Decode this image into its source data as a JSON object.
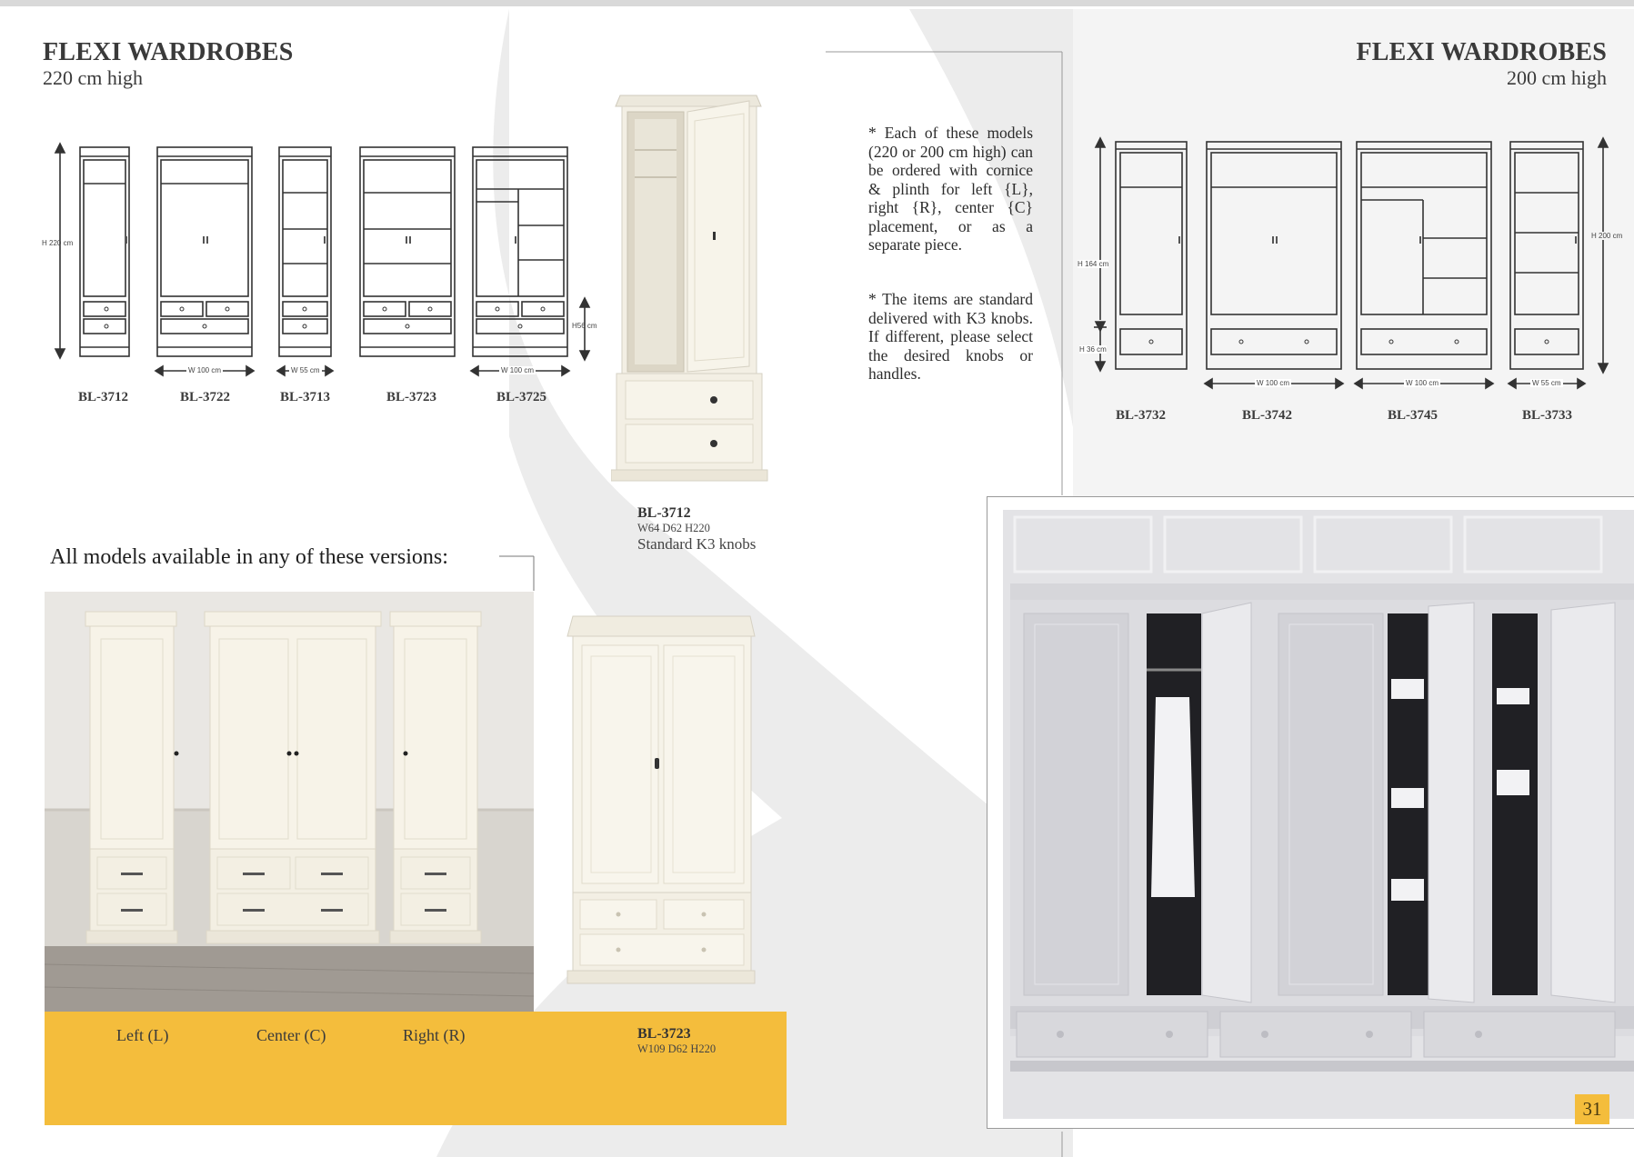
{
  "left_header": {
    "title": "FLEXI WARDROBES",
    "subtitle": "220 cm high"
  },
  "right_header": {
    "title": "FLEXI WARDROBES",
    "subtitle": "200 cm high"
  },
  "left_diagram": {
    "models": [
      "BL-3712",
      "BL-3722",
      "BL-3713",
      "BL-3723",
      "BL-3725"
    ],
    "height_label": "H 220 cm",
    "drawer_height_label": "H56 cm",
    "width_labels": [
      "W 100 cm",
      "W 55 cm",
      "W 100 cm"
    ]
  },
  "right_diagram": {
    "models": [
      "BL-3732",
      "BL-3742",
      "BL-3745",
      "BL-3733"
    ],
    "height_label": "H 200 cm",
    "upper_height_label": "H 164 cm",
    "lower_height_label": "H 36 cm",
    "width_labels": [
      "W 100 cm",
      "W 100 cm",
      "W 55 cm"
    ]
  },
  "notes": [
    "* Each of these models (220 or 200 cm high) can be ordered with cornice & plinth for left {L}, right {R}, center {C} placement, or as a separate piece.",
    "* The items are standard delivered with K3 knobs. If different, please select the desired knobs or handles."
  ],
  "featured_1": {
    "code": "BL-3712",
    "dims": "W64 D62 H220",
    "knobs": "Standard K3 knobs"
  },
  "featured_2": {
    "code": "BL-3723",
    "dims": "W109 D62 H220"
  },
  "versions": {
    "title": "All models available in any of these versions:",
    "labels": [
      "Left (L)",
      "Center (C)",
      "Right (R)"
    ]
  },
  "page_number": "31",
  "colors": {
    "accent_yellow": "#f4bd3c",
    "text_dark": "#2d2d2d",
    "background_shape": "#ebebeb"
  }
}
